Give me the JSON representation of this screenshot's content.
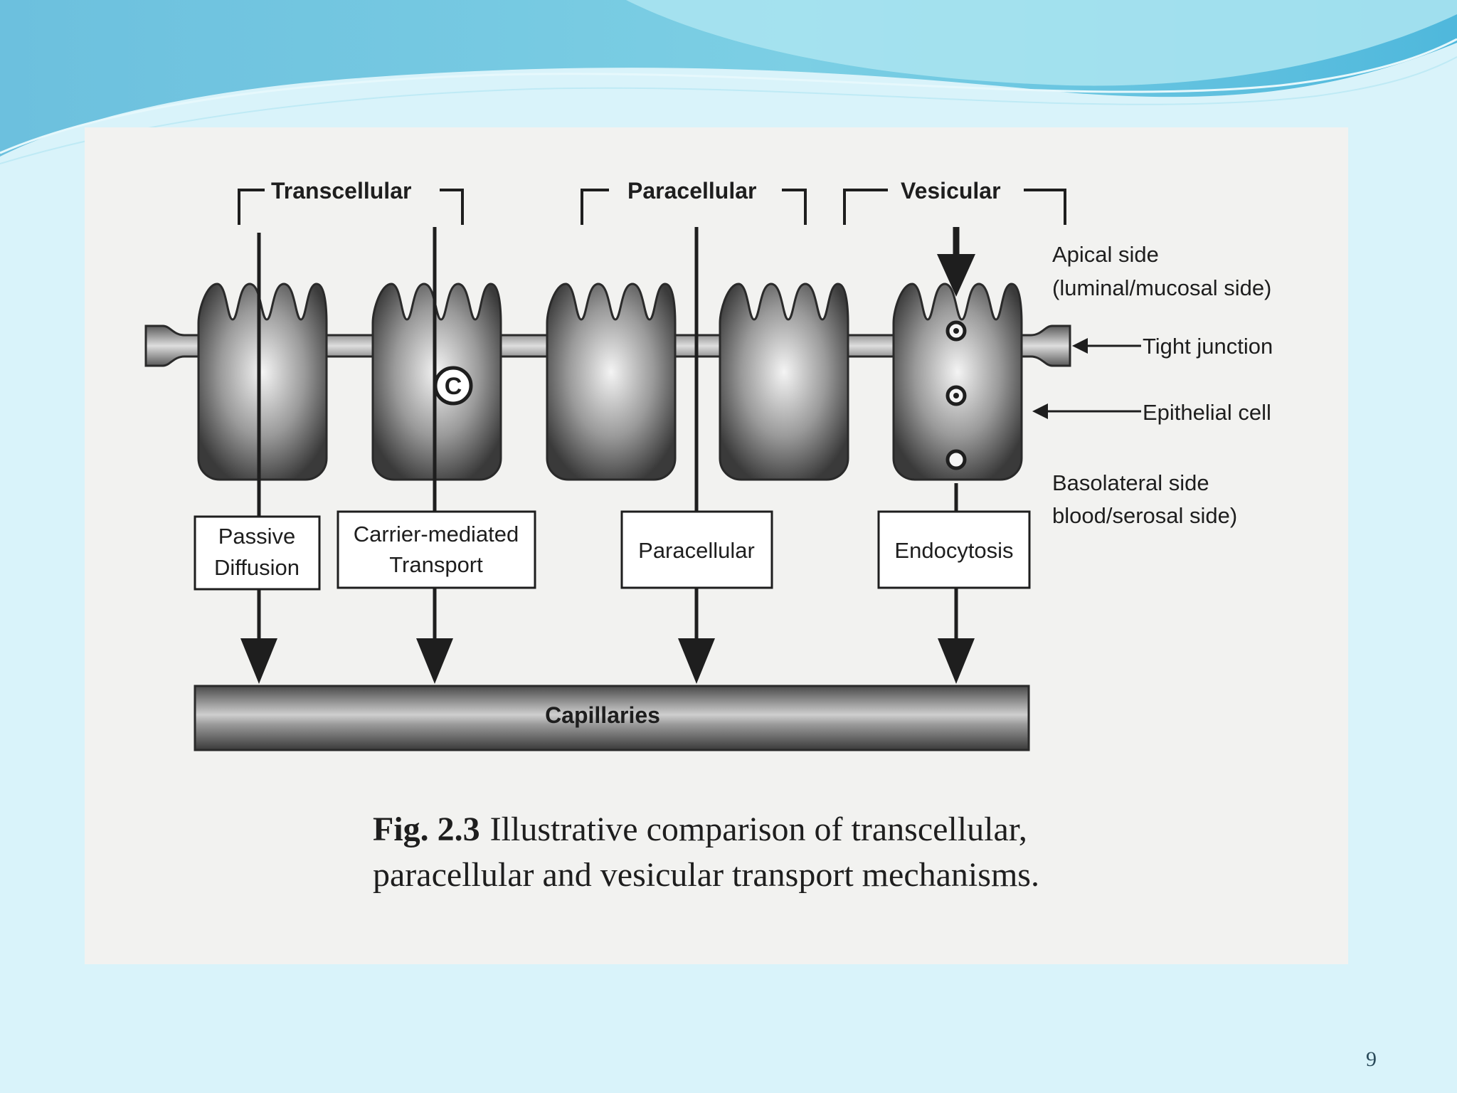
{
  "diagram": {
    "groups": {
      "transcellular": "Transcellular",
      "paracellular": "Paracellular",
      "vesicular": "Vesicular"
    },
    "side_labels": {
      "apical_line1": "Apical side",
      "apical_line2": "(luminal/mucosal side)",
      "tight_junction": "Tight junction",
      "epithelial_cell": "Epithelial cell",
      "basolateral_line1": "Basolateral side",
      "basolateral_line2": "blood/serosal side)"
    },
    "carrier_symbol": "C",
    "boxes": {
      "passive_line1": "Passive",
      "passive_line2": "Diffusion",
      "carrier_line1": "Carrier-mediated",
      "carrier_line2": "Transport",
      "paracellular": "Paracellular",
      "endocytosis": "Endocytosis"
    },
    "capillaries": "Capillaries"
  },
  "caption": {
    "label": "Fig. 2.3",
    "text_line1": "Illustrative comparison of transcellular,",
    "text_line2": "paracellular and vesicular transport mechanisms."
  },
  "page_number": "9",
  "colors": {
    "background": "#d9f3fa",
    "wave_dark": "#5db7d8",
    "wave_light": "#a9e3f0",
    "figure_bg": "#f2f2f0",
    "ink": "#1e1e1e"
  }
}
